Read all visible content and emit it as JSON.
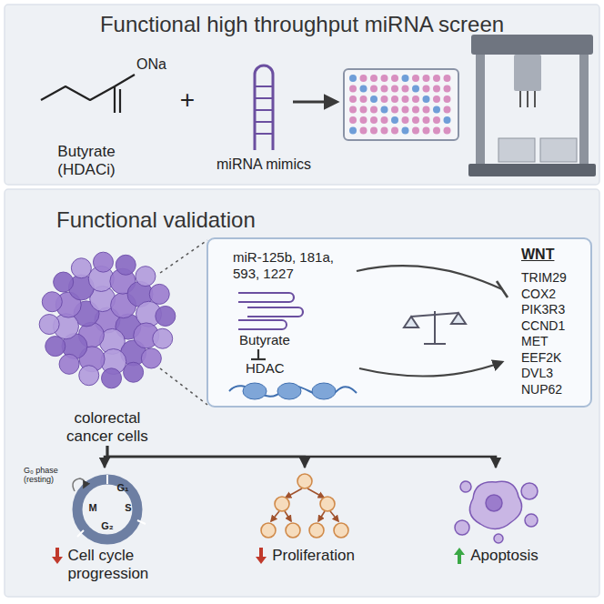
{
  "diagram": {
    "nodes": [
      {
        "text": [
          "Functional high throughput miRNA screen"
        ]
      },
      {
        "text": [
          "Functional validation"
        ]
      },
      {
        "text": [
          "colorectal cancer cells"
        ],
        "in": 1
      },
      {
        "text": [
          "miR-125b, 181a, 593, 1227",
          "Butyrate",
          "HDAC",
          "WNT",
          "TRIM29",
          "COX2",
          "PIK3R3",
          "CCND1",
          "MET",
          "EEF2K",
          "DVL3",
          "NUP62"
        ],
        "in": 1
      },
      {
        "text": [
          "Cell cycle progression"
        ],
        "in": 1
      },
      {
        "text": [
          "Proliferation"
        ],
        "in": 1
      },
      {
        "text": [
          "Apoptosis"
        ],
        "in": 1
      }
    ],
    "edges": [
      {
        "from": 2,
        "to": 4,
        "arrow": "to"
      },
      {
        "from": 2,
        "to": 5,
        "arrow": "to"
      },
      {
        "from": 2,
        "to": 6,
        "arrow": "to"
      }
    ],
    "labels": [
      "ONa",
      "Butyrate (HDACi)",
      "+",
      "miRNA mimics",
      "G₀ phase (resting)",
      "G₁",
      "S",
      "G₂",
      "M"
    ]
  }
}
